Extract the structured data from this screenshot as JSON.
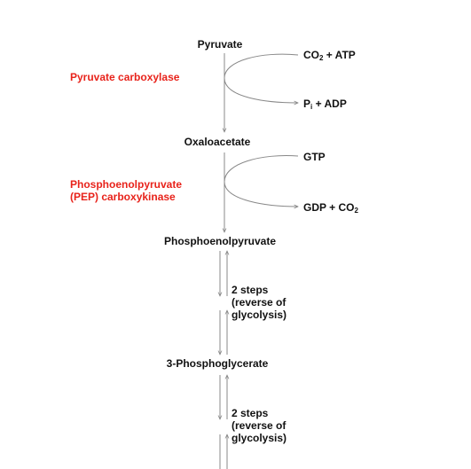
{
  "colors": {
    "metabolite": "#111111",
    "enzyme": "#e8231b",
    "arrow": "#888888"
  },
  "metabolites": {
    "pyruvate": "Pyruvate",
    "oxaloacetate": "Oxaloacetate",
    "phosphoenolpyruvate": "Phosphoenolpyruvate",
    "phosphoglycerate": "3-Phosphoglycerate"
  },
  "enzymes": {
    "pyruvate_carboxylase": "Pyruvate carboxylase",
    "pepck_line1": "Phosphoenolpyruvate",
    "pepck_line2": "(PEP) carboxykinase"
  },
  "cofactors": {
    "step1_in_a": "CO",
    "step1_in_sub": "2",
    "step1_in_b": " + ATP",
    "step1_out_a": "P",
    "step1_out_sub": "i",
    "step1_out_b": " + ADP",
    "step2_in": "GTP",
    "step2_out_a": "GDP + CO",
    "step2_out_sub": "2"
  },
  "reverse_steps": [
    {
      "line1": "2 steps",
      "line2": "(reverse of",
      "line3": "glycolysis)"
    },
    {
      "line1": "2 steps",
      "line2": "(reverse of",
      "line3": "glycolysis)"
    }
  ]
}
